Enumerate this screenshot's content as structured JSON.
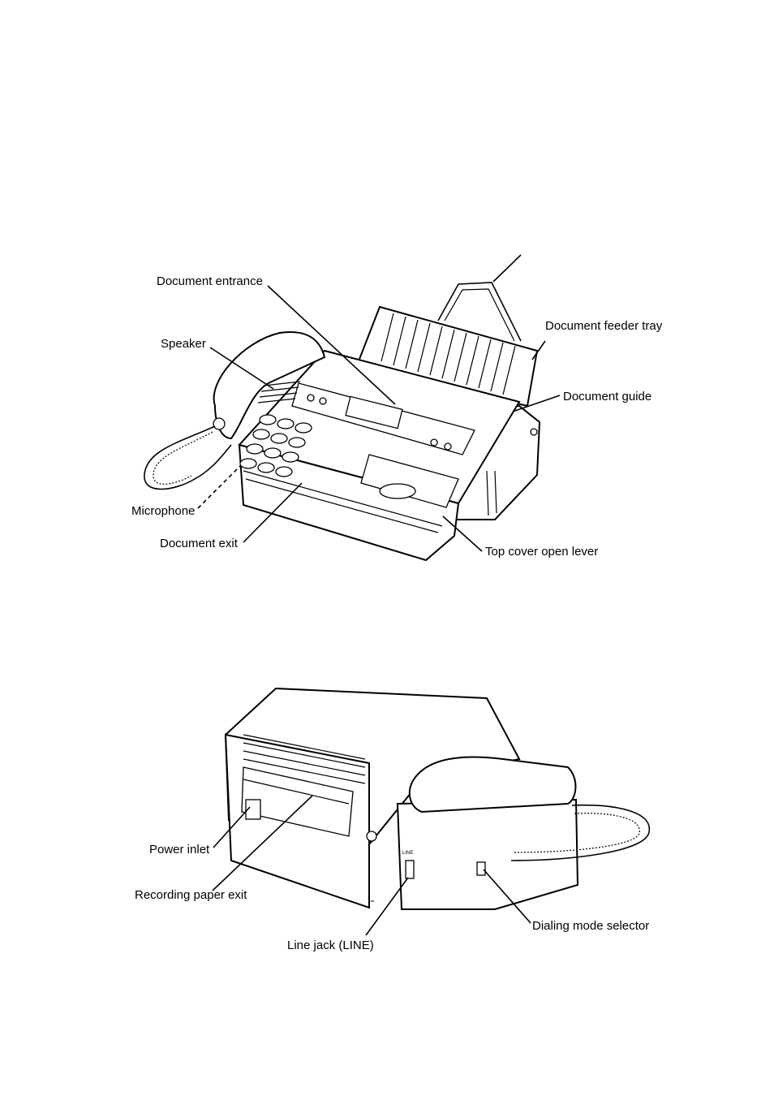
{
  "front_view": {
    "labels": {
      "document_entrance": "Document entrance",
      "document_feeder_tray": "Document feeder tray",
      "speaker": "Speaker",
      "document_guide": "Document guide",
      "microphone": "Microphone",
      "document_exit": "Document exit",
      "top_cover_open_lever": "Top cover open lever"
    }
  },
  "rear_view": {
    "labels": {
      "power_inlet": "Power inlet",
      "recording_paper_exit": "Recording paper exit",
      "line_jack": "Line jack (LINE)",
      "dialing_mode_selector": "Dialing mode selector",
      "jack_marking": "LINE"
    }
  }
}
